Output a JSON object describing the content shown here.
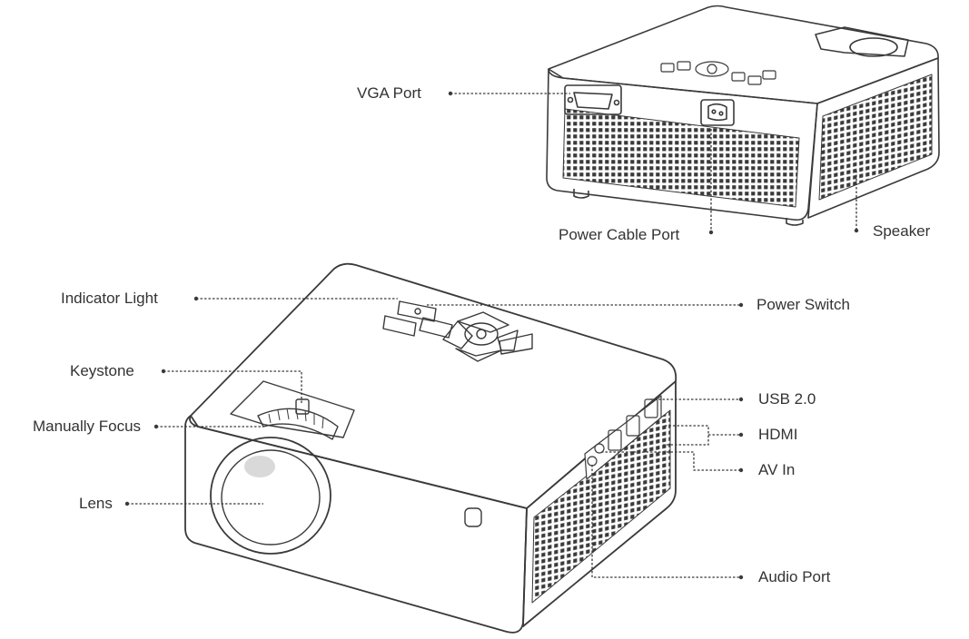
{
  "colors": {
    "line": "#3a3a3a",
    "text": "#333333",
    "background": "#ffffff",
    "lens_highlight": "#d9d9d9"
  },
  "labels": {
    "vga_port": "VGA Port",
    "power_cable_port": "Power Cable Port",
    "speaker": "Speaker",
    "indicator_light": "Indicator Light",
    "power_switch": "Power Switch",
    "keystone": "Keystone",
    "manually_focus": "Manually Focus",
    "lens": "Lens",
    "usb": "USB 2.0",
    "hdmi": "HDMI",
    "av_in": "AV In",
    "audio_port": "Audio Port"
  }
}
